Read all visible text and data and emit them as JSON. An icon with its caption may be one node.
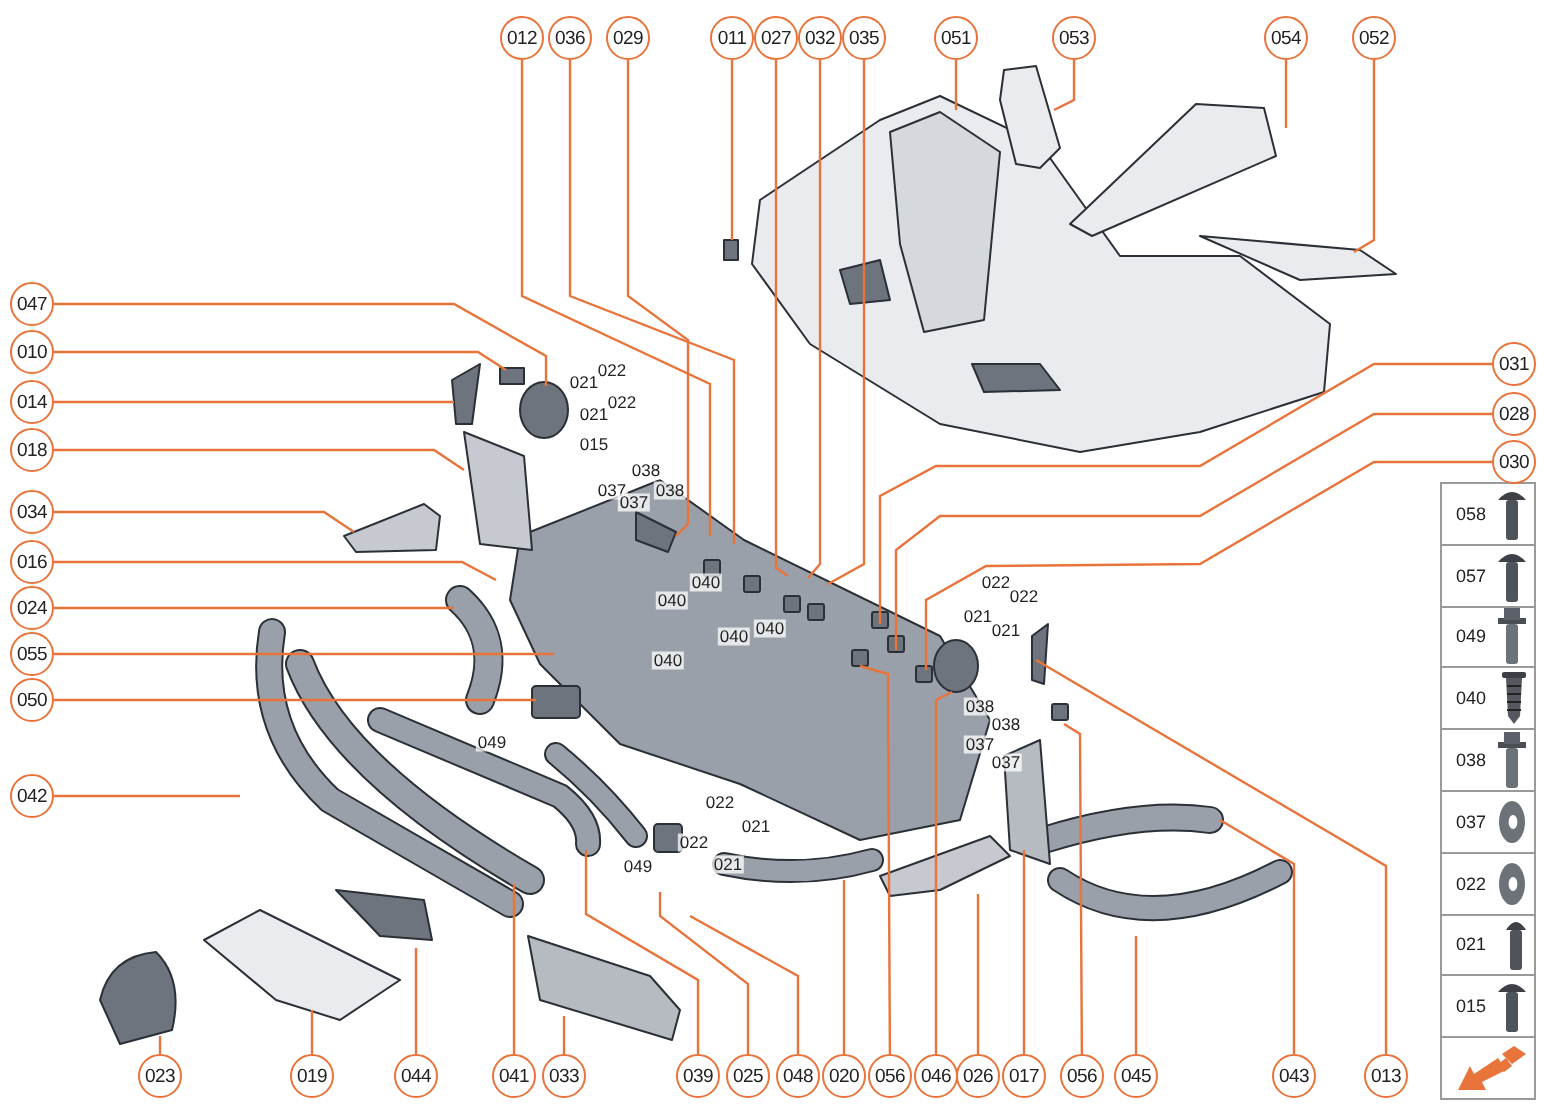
{
  "diagram": {
    "nodes": [
      {
        "text": [
          "012"
        ]
      },
      {
        "text": [
          "036"
        ]
      },
      {
        "text": [
          "029"
        ]
      },
      {
        "text": [
          "011"
        ]
      },
      {
        "text": [
          "027"
        ]
      },
      {
        "text": [
          "032"
        ]
      },
      {
        "text": [
          "035"
        ]
      },
      {
        "text": [
          "051"
        ]
      },
      {
        "text": [
          "053"
        ]
      },
      {
        "text": [
          "054"
        ]
      },
      {
        "text": [
          "052"
        ]
      },
      {
        "text": [
          "031"
        ]
      },
      {
        "text": [
          "028"
        ]
      },
      {
        "text": [
          "030"
        ]
      },
      {
        "text": [
          "047"
        ]
      },
      {
        "text": [
          "010"
        ]
      },
      {
        "text": [
          "014"
        ]
      },
      {
        "text": [
          "018"
        ]
      },
      {
        "text": [
          "034"
        ]
      },
      {
        "text": [
          "016"
        ]
      },
      {
        "text": [
          "024"
        ]
      },
      {
        "text": [
          "055"
        ]
      },
      {
        "text": [
          "050"
        ]
      },
      {
        "text": [
          "042"
        ]
      },
      {
        "text": [
          "023"
        ]
      },
      {
        "text": [
          "019"
        ]
      },
      {
        "text": [
          "044"
        ]
      },
      {
        "text": [
          "041"
        ]
      },
      {
        "text": [
          "033"
        ]
      },
      {
        "text": [
          "039"
        ]
      },
      {
        "text": [
          "025"
        ]
      },
      {
        "text": [
          "048"
        ]
      },
      {
        "text": [
          "020"
        ]
      },
      {
        "text": [
          "056"
        ]
      },
      {
        "text": [
          "046"
        ]
      },
      {
        "text": [
          "026"
        ]
      },
      {
        "text": [
          "017"
        ]
      },
      {
        "text": [
          "056"
        ]
      },
      {
        "text": [
          "045"
        ]
      },
      {
        "text": [
          "043"
        ]
      },
      {
        "text": [
          "013"
        ]
      }
    ],
    "edges": [
      {
        "from": 0,
        "to": null,
        "arrow": "none"
      },
      {
        "from": 1,
        "to": null,
        "arrow": "none"
      },
      {
        "from": 2,
        "to": null,
        "arrow": "none"
      },
      {
        "from": 3,
        "to": null,
        "arrow": "none"
      },
      {
        "from": 4,
        "to": null,
        "arrow": "none"
      },
      {
        "from": 5,
        "to": null,
        "arrow": "none"
      },
      {
        "from": 6,
        "to": null,
        "arrow": "none"
      },
      {
        "from": 7,
        "to": null,
        "arrow": "none"
      },
      {
        "from": 8,
        "to": null,
        "arrow": "none"
      },
      {
        "from": 9,
        "to": null,
        "arrow": "none"
      },
      {
        "from": 10,
        "to": null,
        "arrow": "none"
      },
      {
        "from": 11,
        "to": null,
        "arrow": "none"
      },
      {
        "from": 12,
        "to": null,
        "arrow": "none"
      },
      {
        "from": 13,
        "to": null,
        "arrow": "none"
      },
      {
        "from": 14,
        "to": null,
        "arrow": "none"
      },
      {
        "from": 15,
        "to": null,
        "arrow": "none"
      },
      {
        "from": 16,
        "to": null,
        "arrow": "none"
      },
      {
        "from": 17,
        "to": null,
        "arrow": "none"
      },
      {
        "from": 18,
        "to": null,
        "arrow": "none"
      },
      {
        "from": 19,
        "to": null,
        "arrow": "none"
      },
      {
        "from": 20,
        "to": null,
        "arrow": "none"
      },
      {
        "from": 21,
        "to": null,
        "arrow": "none"
      },
      {
        "from": 22,
        "to": null,
        "arrow": "none"
      },
      {
        "from": 23,
        "to": null,
        "arrow": "none"
      },
      {
        "from": 24,
        "to": null,
        "arrow": "none"
      },
      {
        "from": 25,
        "to": null,
        "arrow": "none"
      },
      {
        "from": 26,
        "to": null,
        "arrow": "none"
      },
      {
        "from": 27,
        "to": null,
        "arrow": "none"
      },
      {
        "from": 28,
        "to": null,
        "arrow": "none"
      },
      {
        "from": 29,
        "to": null,
        "arrow": "none"
      },
      {
        "from": 30,
        "to": null,
        "arrow": "none"
      },
      {
        "from": 31,
        "to": null,
        "arrow": "none"
      },
      {
        "from": 32,
        "to": null,
        "arrow": "none"
      },
      {
        "from": 33,
        "to": null,
        "arrow": "none"
      },
      {
        "from": 34,
        "to": null,
        "arrow": "none"
      },
      {
        "from": 35,
        "to": null,
        "arrow": "none"
      },
      {
        "from": 36,
        "to": null,
        "arrow": "none"
      },
      {
        "from": 37,
        "to": null,
        "arrow": "none"
      },
      {
        "from": 38,
        "to": null,
        "arrow": "none"
      },
      {
        "from": 39,
        "to": null,
        "arrow": "none"
      },
      {
        "from": 40,
        "to": null,
        "arrow": "none"
      }
    ],
    "labels": [
      "022",
      "021",
      "022",
      "021",
      "015",
      "038",
      "037",
      "038",
      "037",
      "040",
      "022",
      "022",
      "040",
      "021",
      "021",
      "040",
      "040",
      "040",
      "038",
      "038",
      "049",
      "037",
      "037",
      "022",
      "021",
      "022",
      "021",
      "049",
      "058",
      "057",
      "049",
      "040",
      "038",
      "037",
      "022",
      "021",
      "015"
    ]
  }
}
